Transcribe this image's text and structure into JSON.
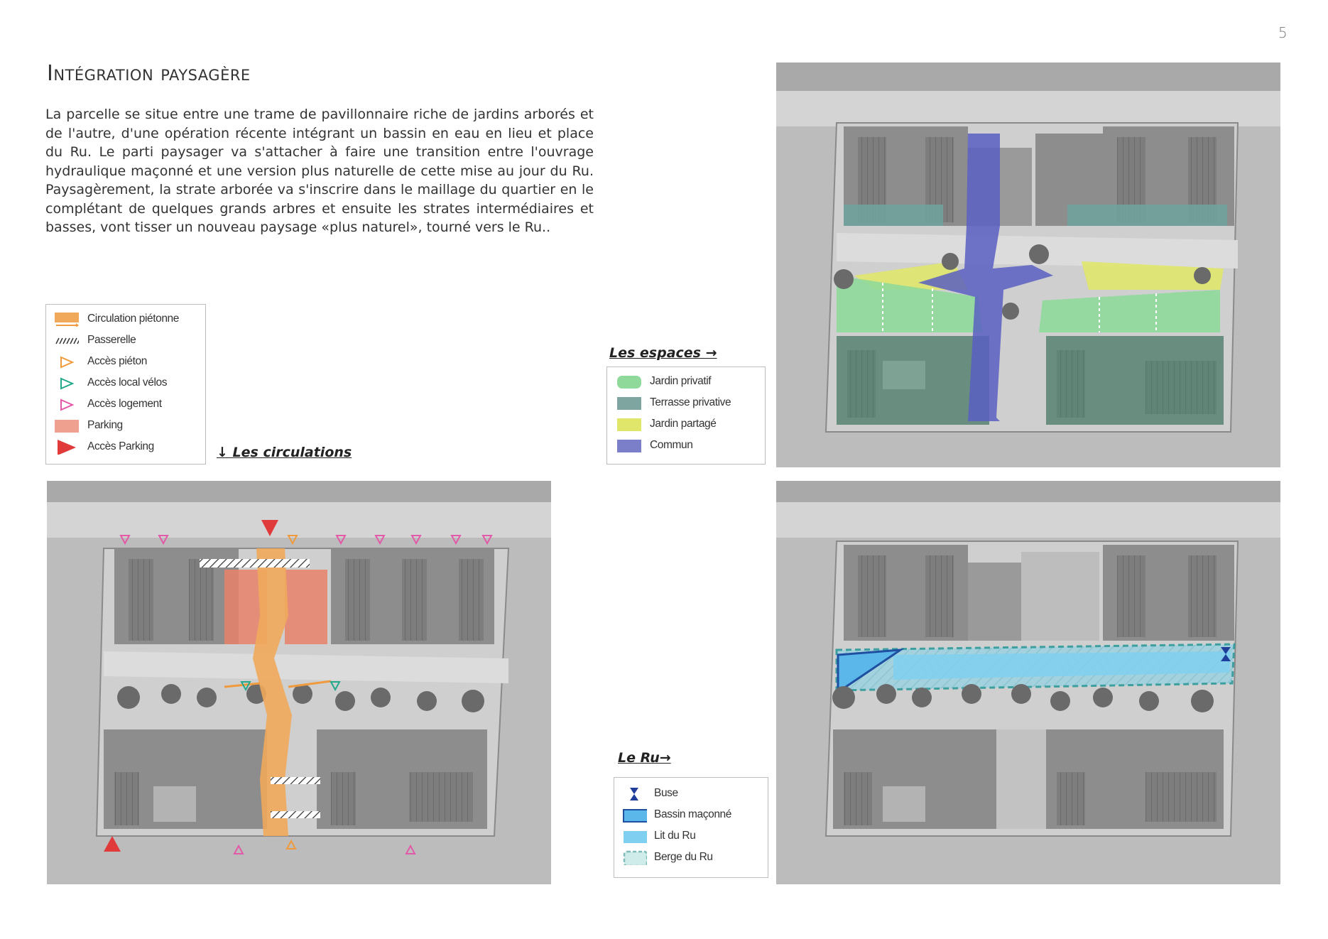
{
  "page": {
    "number": "5"
  },
  "title": "Intégration paysagère",
  "intro": "La parcelle se situe entre une trame de pavillonnaire riche de jardins arborés et de l'autre, d'une opération récente intégrant un bassin en eau en lieu et place du Ru.  Le parti paysager va s'attacher à faire une transition entre l'ouvrage hydraulique maçonné et une version plus naturelle de cette mise au jour du Ru. Paysagèrement, la strate arborée va s'inscrire dans le maillage du quartier en le complétant de quelques grands arbres et ensuite les strates intermédiaires et basses, vont tisser un nouveau paysage «plus naturel», tourné vers le Ru..",
  "circulations": {
    "title": "↓ Les circulations",
    "legend": [
      {
        "label": "Circulation piétonne",
        "icon": "pedestrian-path-swatch",
        "color": "#f0a95b"
      },
      {
        "label": "Passerelle",
        "icon": "footbridge-hatch",
        "color": "#333333"
      },
      {
        "label": "Accès piéton",
        "icon": "pedestrian-access-triangle",
        "color": "#ef9a3c"
      },
      {
        "label": "Accès local vélos",
        "icon": "bike-access-triangle",
        "color": "#23a98a"
      },
      {
        "label": "Accès logement",
        "icon": "housing-access-triangle",
        "color": "#e25aa7"
      },
      {
        "label": "Parking",
        "icon": "parking-swatch",
        "color": "#f0a08f"
      },
      {
        "label": "Accès Parking",
        "icon": "parking-access-triangle",
        "color": "#e03a3a"
      }
    ]
  },
  "espaces": {
    "title": "Les espaces →",
    "legend": [
      {
        "label": "Jardin privatif",
        "icon": "private-garden-swatch",
        "color": "#8fd99a"
      },
      {
        "label": "Terrasse privative",
        "icon": "private-terrace-swatch",
        "color": "#7fa5a0"
      },
      {
        "label": "Jardin partagé",
        "icon": "shared-garden-swatch",
        "color": "#dfe66a"
      },
      {
        "label": "Commun",
        "icon": "common-area-swatch",
        "color": "#7b7fc9"
      }
    ]
  },
  "ru": {
    "title": "Le Ru→",
    "legend": [
      {
        "label": "Buse",
        "icon": "culvert-icon",
        "color": "#1f3f9a"
      },
      {
        "label": "Bassin maçonné",
        "icon": "masonry-basin-swatch",
        "color": "#5bb6ea"
      },
      {
        "label": "Lit du Ru",
        "icon": "stream-bed-swatch",
        "color": "#7fd0f0"
      },
      {
        "label": "Berge du Ru",
        "icon": "stream-bank-swatch",
        "color": "#cfeceb"
      }
    ]
  }
}
